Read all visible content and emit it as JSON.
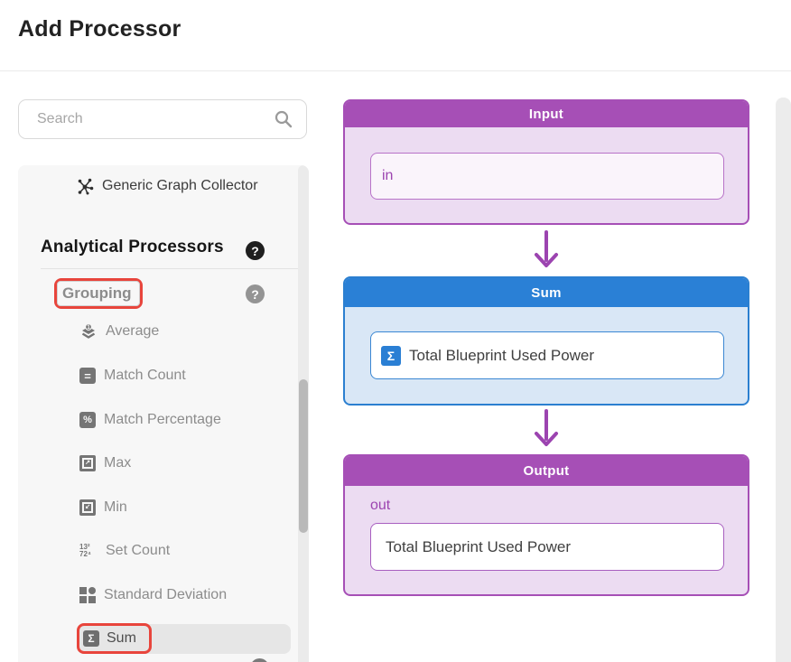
{
  "window": {
    "title": "Add Processor"
  },
  "sidebar": {
    "search_placeholder": "Search",
    "scrolled_item": {
      "label": "Generic Graph Collector"
    },
    "section_heading": "Analytical Processors",
    "category": {
      "label": "Grouping"
    },
    "items": [
      {
        "label": "Average"
      },
      {
        "label": "Match Count"
      },
      {
        "label": "Match Percentage"
      },
      {
        "label": "Max"
      },
      {
        "label": "Min"
      },
      {
        "label": "Set Count"
      },
      {
        "label": "Standard Deviation"
      },
      {
        "label": "Sum",
        "selected": true
      }
    ]
  },
  "flow": {
    "input": {
      "header": "Input",
      "field": "in"
    },
    "sum": {
      "header": "Sum",
      "field": "Total Blueprint Used Power"
    },
    "output": {
      "header": "Output",
      "port": "out",
      "field": "Total Blueprint Used Power"
    }
  },
  "icons": {
    "help": "?",
    "sigma": "Σ",
    "equals": "=",
    "percent": "%",
    "max_arrow": "↗",
    "min_arrow": "↙",
    "layers_badge": "1",
    "set_count_top": "13²",
    "set_count_bottom": "72⁴"
  },
  "colors": {
    "accent_purple": "#a64fb6",
    "purple_body": "#ecdcf2",
    "purple_field_bg": "#faf4fb",
    "accent_blue": "#2a80d6",
    "blue_body": "#d9e7f6",
    "annotation_red": "#e8453c",
    "selected_row_gray": "#e6e6e6",
    "sidebar_bg": "#f7f7f7"
  }
}
